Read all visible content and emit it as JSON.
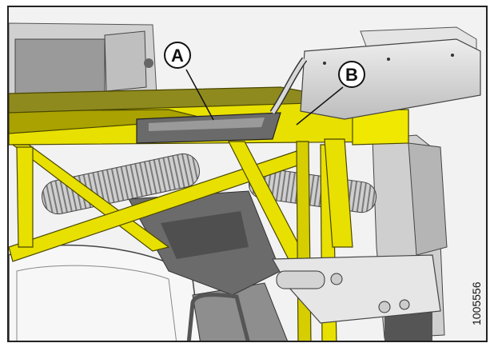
{
  "callouts": [
    {
      "id": "a",
      "label": "A"
    },
    {
      "id": "b",
      "label": "B"
    }
  ],
  "figure_number": "1005556",
  "colors": {
    "frame_yellow": "#e8e000",
    "frame_yellow_dark": "#a9a200",
    "olive": "#8f8a1e",
    "sheet_metal": "#d8d8d8",
    "dark_steel": "#5d5d5d",
    "spring": "#bdbdbd",
    "border": "#222222"
  }
}
